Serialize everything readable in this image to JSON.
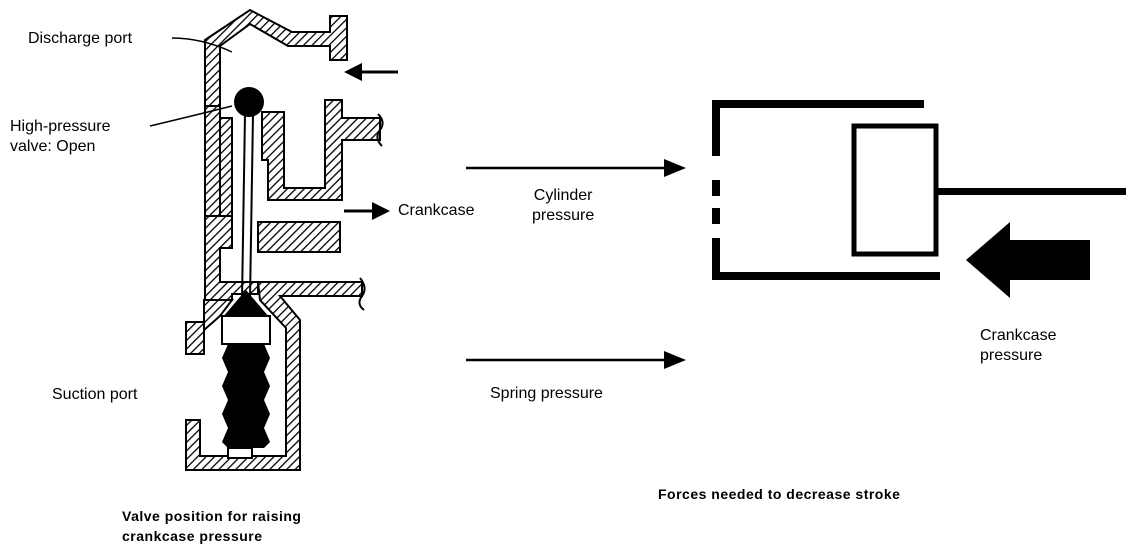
{
  "labels": {
    "discharge_port": "Discharge port",
    "high_pressure_valve_line1": "High-pressure",
    "high_pressure_valve_line2": "valve: Open",
    "crankcase": "Crankcase",
    "cylinder_pressure_line1": "Cylinder",
    "cylinder_pressure_line2": "pressure",
    "suction_port": "Suction port",
    "spring_pressure": "Spring pressure",
    "crankcase_pressure_line1": "Crankcase",
    "crankcase_pressure_line2": "pressure"
  },
  "captions": {
    "valve_position_line1": "Valve position for raising",
    "valve_position_line2": "crankcase pressure",
    "forces": "Forces needed to decrease stroke"
  },
  "colors": {
    "ink": "#000000",
    "background": "#ffffff"
  }
}
